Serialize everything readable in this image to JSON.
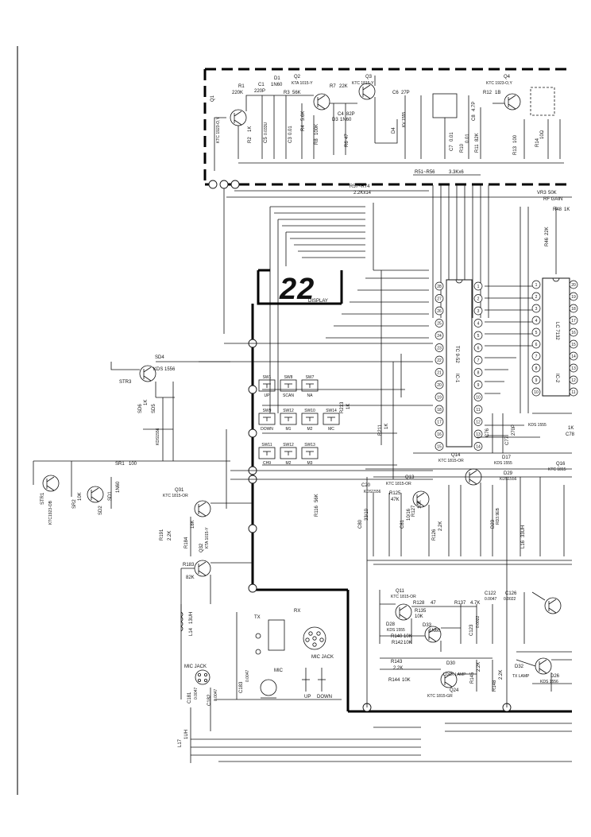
{
  "rf_section": {
    "q1": "Q1",
    "q1_type": "KTC 1923-O,Y",
    "r1": "R1",
    "r1_val": "220K",
    "c1": "C1",
    "c1_val": "220P",
    "d1": "D1",
    "d1_val": "1N60",
    "q2": "Q2",
    "q2_type": "KTA 1015-Y",
    "r3": "R3",
    "r3_val": "56K",
    "r7": "R7",
    "r7_val": "22K",
    "q3": "Q3",
    "q3_type": "KTC 1815-Y",
    "c4": "C4",
    "c4_val": "82P",
    "r2": "R2",
    "r2_val": "1K",
    "c5": "C5",
    "c5_val": "0.033U",
    "c3": "C3",
    "c3_val": "0.01",
    "r4": "R4",
    "r4_val": "5.6K",
    "r8": "R8",
    "r8_val": "100K",
    "d3": "D3",
    "d3_val": "1N60",
    "r6": "R6",
    "r6_val": "47",
    "q4": "Q4",
    "q4_type": "KTC 1923-O,Y",
    "c6": "C6",
    "c6_val": "27P",
    "d4": "D4",
    "d4_val": "KV 1555",
    "c7": "C7",
    "c7_val": "0.01",
    "c8": "C8",
    "c8_val": "4.7P",
    "r12": "R12",
    "r12_val": "1B",
    "r10": "R10",
    "r10_val": "0.01",
    "r11": "R11",
    "r11_val": "82K",
    "r13": "R13",
    "r13_val": "100",
    "r14": "R14",
    "r14_val": "10Ω",
    "r51_r56": "R51~R56",
    "r51_val": "3.3Kx6",
    "r57_r74": "R57~R74",
    "r57_val": "2.2Kx14",
    "vr3": "VR3",
    "vr3_val": "50K",
    "vr3_name": "RF GAIN",
    "r48": "R48",
    "r48_val": "1K",
    "r46": "R46",
    "r46_val": "22K"
  },
  "display": {
    "digits": "22",
    "label": "DISPLAY"
  },
  "ic1": {
    "name": "IC-1",
    "part": "TC 9-52",
    "left_pins": [
      "28",
      "27",
      "26",
      "25",
      "24",
      "23",
      "22",
      "21",
      "20",
      "19",
      "18",
      "17",
      "16",
      "15"
    ],
    "right_pins": [
      "1",
      "2",
      "3",
      "4",
      "5",
      "6",
      "7",
      "8",
      "9",
      "10",
      "11",
      "12",
      "13",
      "14"
    ]
  },
  "ic2": {
    "name": "IC-2",
    "part": "LC 7132",
    "left_pins": [
      "1",
      "2",
      "3",
      "4",
      "5",
      "6",
      "7",
      "8",
      "9",
      "10"
    ],
    "right_pins": [
      "20",
      "19",
      "18",
      "17",
      "16",
      "15",
      "14",
      "13",
      "12",
      "11"
    ]
  },
  "switches": {
    "row1": [
      {
        "id": "SW1",
        "label": "UP"
      },
      {
        "id": "SW8",
        "label": "SCAN"
      },
      {
        "id": "SW7",
        "label": "NA"
      }
    ],
    "row2": [
      {
        "id": "SW9",
        "label": "DOWN"
      },
      {
        "id": "SW12",
        "label": "M1"
      },
      {
        "id": "SW10",
        "label": "M2"
      },
      {
        "id": "SW14",
        "label": "MC"
      }
    ],
    "row3": [
      {
        "id": "SW11",
        "label": "CH9"
      },
      {
        "id": "SW12",
        "label": "M2"
      },
      {
        "id": "SW13",
        "label": "M3"
      }
    ]
  },
  "control": {
    "sd4": "SD4",
    "sd4_val": "KDS 1556",
    "str3": "STR3",
    "sd6": "SD6",
    "sd6_val": "1K",
    "sd5": "SD5",
    "sd5_val": "KDS1556",
    "sr1": "SR1",
    "sr1_val": "100",
    "str1": "STR1",
    "str1_type": "KTC1923-OB",
    "sr2": "SR2",
    "sr2_val": "10K",
    "sd1": "SD1",
    "sd1_val": "1N60",
    "sd2": "SD2",
    "r191": "R191",
    "r191_val": "2.2K",
    "q31": "Q31",
    "q31_type": "KTC 1815-OR",
    "r184": "R184",
    "r184_val": "18K",
    "q32": "Q32",
    "q32_type": "KTA 1015-Y",
    "r183": "R183",
    "r183_val": "82K",
    "l14": "L14",
    "l14_val": "13UH",
    "r116": "R116",
    "r116_val": "56K",
    "r211": "R211",
    "r211_val": "1K",
    "r213": "R213",
    "r213_val": "1K"
  },
  "tx_section": {
    "q14": "Q14",
    "q14_type": "KTC 1815-OR",
    "d17": "D17",
    "d17_val": "KDS 1555",
    "d29": "D29",
    "d29_val": "KDS1556",
    "q13": "Q13",
    "q13_type": "KTC 1815-OR",
    "c20": "C20",
    "c20_val": "KDS1556",
    "r125": "R125",
    "r125_val": "47K",
    "r127": "R127",
    "r127_val": "10K",
    "c80": "C80",
    "c80_val": "33/10",
    "c81": "C81",
    "c81_val": "10/16",
    "r126": "R126",
    "r126_val": "2.2K",
    "d23": "D23",
    "d23_val": "RD3.9EB",
    "l16": "L16",
    "l16_val": "33UH",
    "q11": "Q11",
    "q11_type": "KTC 1815-OR",
    "r128": "R128",
    "r128_val": "47",
    "r137": "R137",
    "r137_val": "4.7K",
    "r135": "R135",
    "r135_val": "10K",
    "d28": "D28",
    "d28_val": "KDS 1555",
    "r140": "R140",
    "r140_val": "10K",
    "r142": "R142",
    "r142_val": "10K",
    "d33": "D33",
    "d33_val": "1N60",
    "c122": "C122",
    "c122_val": "0.0047",
    "c123": "C123",
    "c123_val": "0.0022",
    "c126": "C126",
    "c126_val": "0.0022",
    "r143": "R143",
    "r143_val": "2.2K",
    "r144": "R144",
    "r144_val": "10K",
    "d30": "D30",
    "d30_val": "LOCK LAMP",
    "q24": "Q24",
    "q24_type": "KTC 1815-GR",
    "r145": "R145",
    "r145_val": "2.2K",
    "r148": "R148",
    "r148_val": "2.2K",
    "d32": "D32",
    "d32_val": "TX LAMP",
    "d26": "D26",
    "d26_val": "KDS 1556",
    "q16": "Q16",
    "q16_type": "KTC 1815",
    "c78": "C78",
    "c78_val": "1K",
    "kds": "KDS 1555",
    "c77": "C77",
    "c77_val": "270P",
    "c76": "C76"
  },
  "mic": {
    "tx": "TX",
    "rx": "RX",
    "mic_jack": "MIC JACK",
    "mic_jack2": "MIC JACK",
    "mic": "MIC",
    "up": "UP",
    "down": "DOWN",
    "c183": "C183",
    "c183_val": "0.0047",
    "c181": "C181",
    "c181_val": "0.0047",
    "c182": "C182",
    "c182_val": "0.0047",
    "l17": "L17",
    "l17_val": "1UH"
  }
}
